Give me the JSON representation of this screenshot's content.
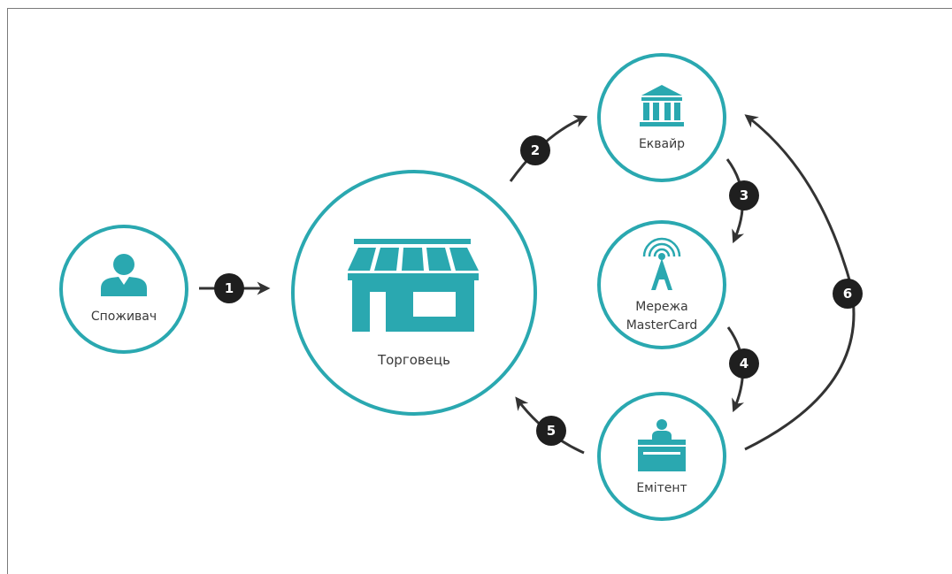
{
  "nodes": {
    "consumer": {
      "label": "Споживач",
      "icon": "person-icon"
    },
    "merchant": {
      "label": "Торговець",
      "icon": "store-icon"
    },
    "acquirer": {
      "label": "Еквайр",
      "icon": "bank-icon"
    },
    "network": {
      "label_line1": "Мережа",
      "label_line2": "MasterCard",
      "icon": "antenna-tower-icon"
    },
    "issuer": {
      "label": "Емітент",
      "icon": "clerk-desk-icon"
    }
  },
  "steps": [
    "1",
    "2",
    "3",
    "4",
    "5",
    "6"
  ],
  "colors": {
    "ring": "#2aa8b0",
    "icon": "#2aa8b0",
    "arrow": "#333333",
    "badge": "#1f1f1f"
  }
}
